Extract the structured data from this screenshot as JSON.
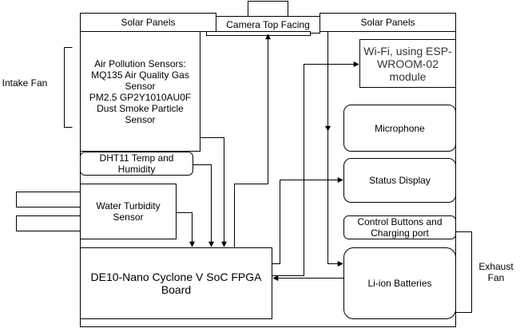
{
  "labels": {
    "solar_left": "Solar Panels",
    "solar_right": "Solar Panels",
    "camera": "Camera Top Facing",
    "air_sensors": "Air Pollution Sensors:\nMQ135 Air Quality Gas\nSensor\nPM2.5 GP2Y1010AU0F\nDust Smoke Particle\nSensor",
    "wifi": "Wi-Fi, using ESP-\nWROOM-02\nmodule",
    "intake_fan": "Intake Fan",
    "microphone": "Microphone",
    "dht11": "DHT11 Temp and\nHumidity",
    "status_display": "Status Display",
    "water_turbidity": "Water Turbidity\nSensor",
    "control_buttons": "Control Buttons and\nCharging port",
    "exhaust_fan": "Exhaust\nFan",
    "fpga": "DE10-Nano Cyclone V SoC FPGA\nBoard",
    "batteries": "Li-ion Batteries"
  },
  "colors": {
    "stroke": "#000000",
    "background": "#ffffff"
  }
}
